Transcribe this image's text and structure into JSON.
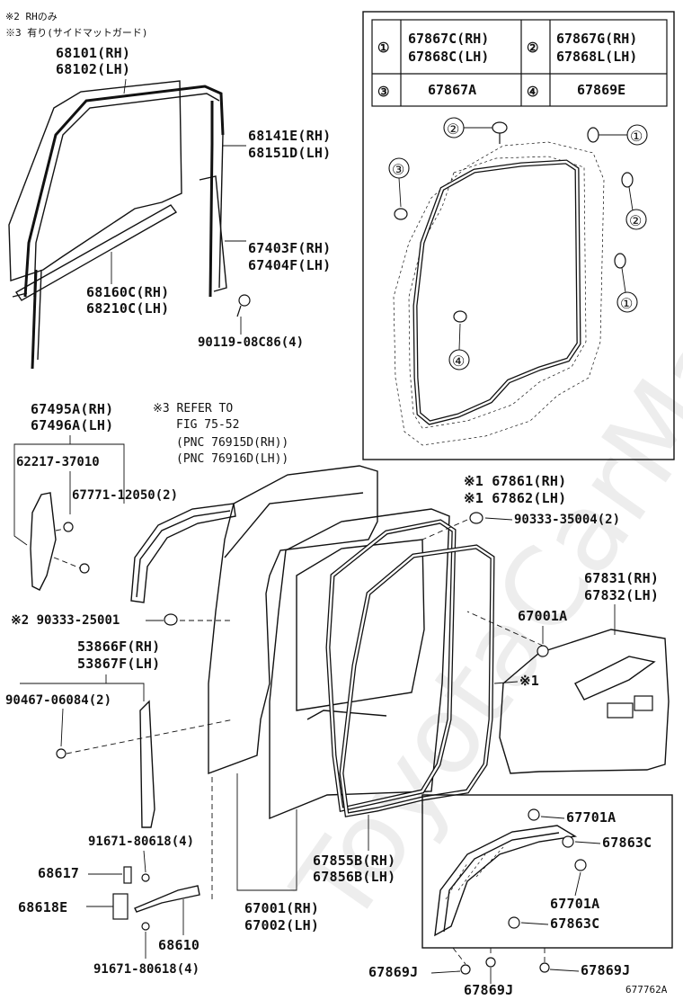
{
  "notes": {
    "n2": "※2 RHのみ",
    "n3": "※3 有り(サイドマットガード)"
  },
  "watermark": "ToyotaCarMania",
  "diagram_id": "677762A",
  "table": {
    "c1_num": "①",
    "c1_l1": "67867C(RH)",
    "c1_l2": "67868C(LH)",
    "c2_num": "②",
    "c2_l1": "67867G(RH)",
    "c2_l2": "67868L(LH)",
    "c3_num": "③",
    "c3_l1": "67867A",
    "c4_num": "④",
    "c4_l1": "67869E"
  },
  "callouts": {
    "a": "①",
    "b": "②",
    "c": "③",
    "d": "④",
    "e": "②",
    "f": "①"
  },
  "labels": {
    "p68101": "68101(RH)",
    "p68102": "68102(LH)",
    "p68141": "68141E(RH)",
    "p68151": "68151D(LH)",
    "p67403": "67403F(RH)",
    "p67404": "67404F(LH)",
    "p68160": "68160C(RH)",
    "p68210": "68210C(LH)",
    "p90119": "90119-08C86(4)",
    "p67495": "67495A(RH)",
    "p67496": "67496A(LH)",
    "ref1": "※3 REFER TO",
    "ref2": "FIG 75-52",
    "ref3": "(PNC 76915D(RH))",
    "ref4": "(PNC 76916D(LH))",
    "p62217": "62217-37010",
    "p67771": "67771-12050(2)",
    "p67861": "※1 67861(RH)",
    "p67862": "※1 67862(LH)",
    "p90333a": "90333-35004(2)",
    "p67831": "67831(RH)",
    "p67832": "67832(LH)",
    "p90333b": "※2 90333-25001",
    "p67001a": "67001A",
    "p53866": "53866F(RH)",
    "p53867": "53867F(LH)",
    "p90467": "90467-06084(2)",
    "star1": "※1",
    "p67701a1": "67701A",
    "p67863c1": "67863C",
    "p91671a": "91671-80618(4)",
    "p68617": "68617",
    "p67855": "67855B(RH)",
    "p67856": "67856B(LH)",
    "p67701a2": "67701A",
    "p68618": "68618E",
    "p67001": "67001(RH)",
    "p67002": "67002(LH)",
    "p67863c2": "67863C",
    "p68610": "68610",
    "p91671b": "91671-80618(4)",
    "p67869j1": "67869J",
    "p67869j2": "67869J",
    "p67869j3": "67869J"
  }
}
